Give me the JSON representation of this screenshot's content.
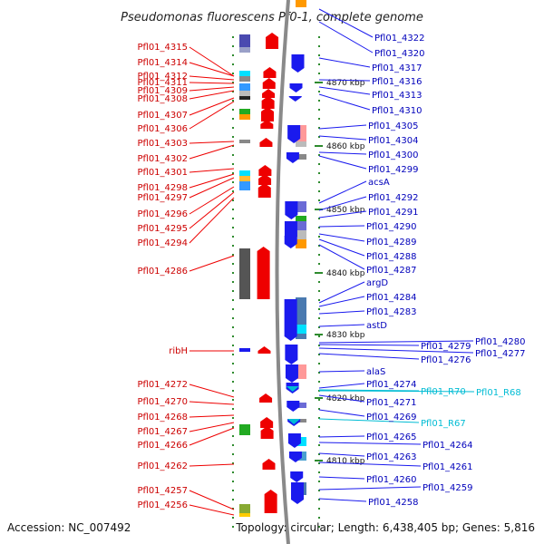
{
  "title": "Pseudomonas fluorescens Pf0-1, complete genome",
  "accession": "Accession: NC_007492",
  "summary": "Topology: circular; Length: 6,438,405 bp; Genes: 5,816",
  "colors": {
    "forward": "#ee0000",
    "reverse": "#1a1aee",
    "rna": "#00bcd4",
    "backbone": "#8a8a8a",
    "tick": "#2e8b2e"
  },
  "scale_ticks": [
    "4870 kbp",
    "4860 kbp",
    "4850 kbp",
    "4840 kbp",
    "4830 kbp",
    "4820 kbp",
    "4810 kbp"
  ],
  "left_labels": [
    "Pfl01_4315",
    "Pfl01_4314",
    "Pfl01_4312",
    "Pfl01_4311",
    "Pfl01_4309",
    "Pfl01_4308",
    "Pfl01_4307",
    "Pfl01_4306",
    "Pfl01_4303",
    "Pfl01_4302",
    "Pfl01_4301",
    "Pfl01_4298",
    "Pfl01_4297",
    "Pfl01_4296",
    "Pfl01_4295",
    "Pfl01_4294",
    "Pfl01_4286",
    "ribH",
    "Pfl01_4272",
    "Pfl01_4270",
    "Pfl01_4268",
    "Pfl01_4267",
    "Pfl01_4266",
    "Pfl01_4262",
    "Pfl01_4257",
    "Pfl01_4256"
  ],
  "right_labels": [
    "Pfl01_4322",
    "Pfl01_4320",
    "Pfl01_4317",
    "Pfl01_4316",
    "Pfl01_4313",
    "Pfl01_4310",
    "Pfl01_4305",
    "Pfl01_4304",
    "Pfl01_4300",
    "Pfl01_4299",
    "acsA",
    "Pfl01_4292",
    "Pfl01_4291",
    "Pfl01_4290",
    "Pfl01_4289",
    "Pfl01_4288",
    "Pfl01_4287",
    "argD",
    "Pfl01_4284",
    "Pfl01_4283",
    "astD",
    "Pfl01_4280",
    "Pfl01_4279",
    "Pfl01_4277",
    "Pfl01_4276",
    "alaS",
    "Pfl01_4274",
    "Pfl01_4271",
    "Pfl01_4269",
    "Pfl01_4265",
    "Pfl01_4264",
    "Pfl01_4263",
    "Pfl01_4261",
    "Pfl01_4260",
    "Pfl01_4259",
    "Pfl01_4258"
  ],
  "rna_labels": [
    "Pfl01_R70",
    "Pfl01_R68",
    "Pfl01_R67"
  ]
}
